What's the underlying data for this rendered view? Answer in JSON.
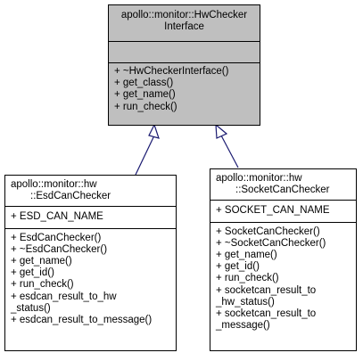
{
  "base_class": {
    "title_lines": [
      "apollo::monitor::HwChecker",
      "Interface"
    ],
    "attributes": [],
    "methods": [
      "+ ~HwCheckerInterface()",
      "+ get_class()",
      "+ get_name()",
      "+ run_check()"
    ]
  },
  "derived_left": {
    "title_lines": [
      "apollo::monitor::hw",
      "::EsdCanChecker"
    ],
    "attributes": [
      "+ ESD_CAN_NAME"
    ],
    "methods": [
      "+ EsdCanChecker()",
      "+ ~EsdCanChecker()",
      "+ get_name()",
      "+ get_id()",
      "+ run_check()",
      "+ esdcan_result_to_hw",
      "_status()",
      "+ esdcan_result_to_message()"
    ]
  },
  "derived_right": {
    "title_lines": [
      "apollo::monitor::hw",
      "::SocketCanChecker"
    ],
    "attributes": [
      "+ SOCKET_CAN_NAME"
    ],
    "methods": [
      "+ SocketCanChecker()",
      "+ ~SocketCanChecker()",
      "+ get_name()",
      "+ get_id()",
      "+ run_check()",
      "+ socketcan_result_to",
      "_hw_status()",
      "+ socketcan_result_to",
      "_message()"
    ]
  },
  "colors": {
    "base_fill": "#bfbfbf",
    "arrow_stroke": "#191970",
    "border": "#000000"
  }
}
